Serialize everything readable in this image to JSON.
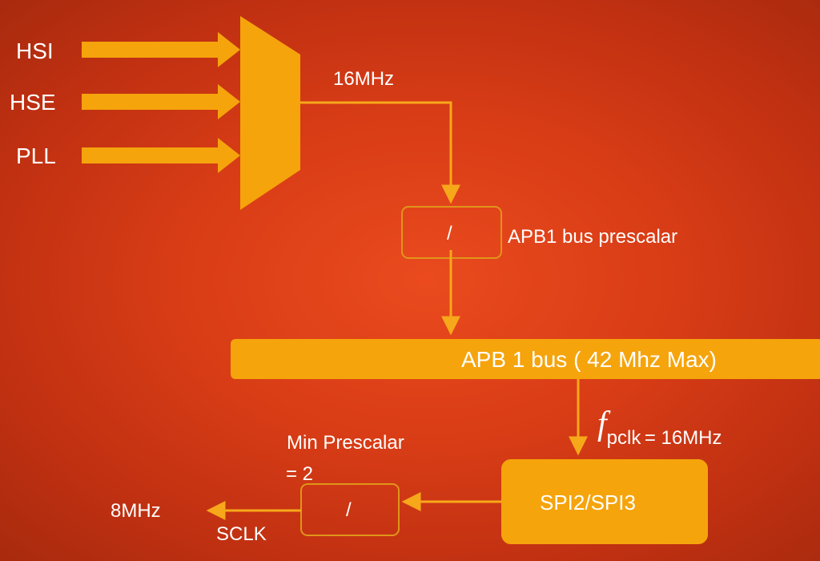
{
  "sources": [
    "HSI",
    "HSE",
    "PLL"
  ],
  "mux_output_freq": "16MHz",
  "apb1_prescaler": {
    "symbol": "/",
    "label": "APB1 bus prescalar"
  },
  "apb1_bus": {
    "label": "APB 1 bus ( 42 Mhz Max)"
  },
  "pclk": {
    "symbol": "f",
    "subscript": "pclk",
    "value": "= 16MHz"
  },
  "spi_block": {
    "label": "SPI2/SPI3"
  },
  "spi_prescaler": {
    "symbol": "/",
    "note_line1": "Min Prescalar",
    "note_line2": "= 2"
  },
  "output": {
    "freq": "8MHz",
    "signal": "SCLK"
  },
  "colors": {
    "block_fill": "#f5a40c",
    "wire": "#f7a81a",
    "box_outline": "#e0951a"
  }
}
